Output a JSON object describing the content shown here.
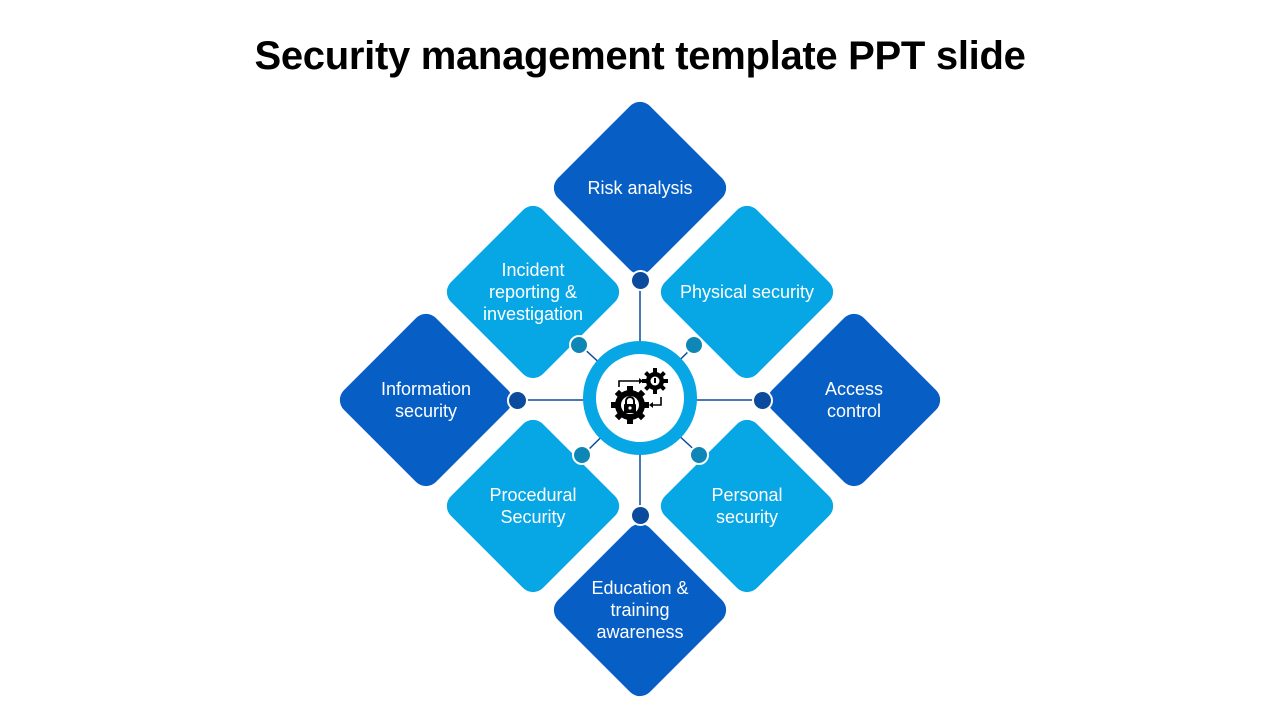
{
  "title": "Security management template PPT slide",
  "center_icon": "gears-with-lock-icon",
  "colors": {
    "dark": "#075fc6",
    "light": "#07a6e5",
    "line": "#0b4b9e"
  },
  "items": {
    "risk": "Risk analysis",
    "physical": "Physical security",
    "access": "Access control",
    "personal": "Personal security",
    "education": "Education & training awareness",
    "procedural": "Procedural Security",
    "information": "Information security",
    "incident": "Incident reporting & investigation"
  }
}
